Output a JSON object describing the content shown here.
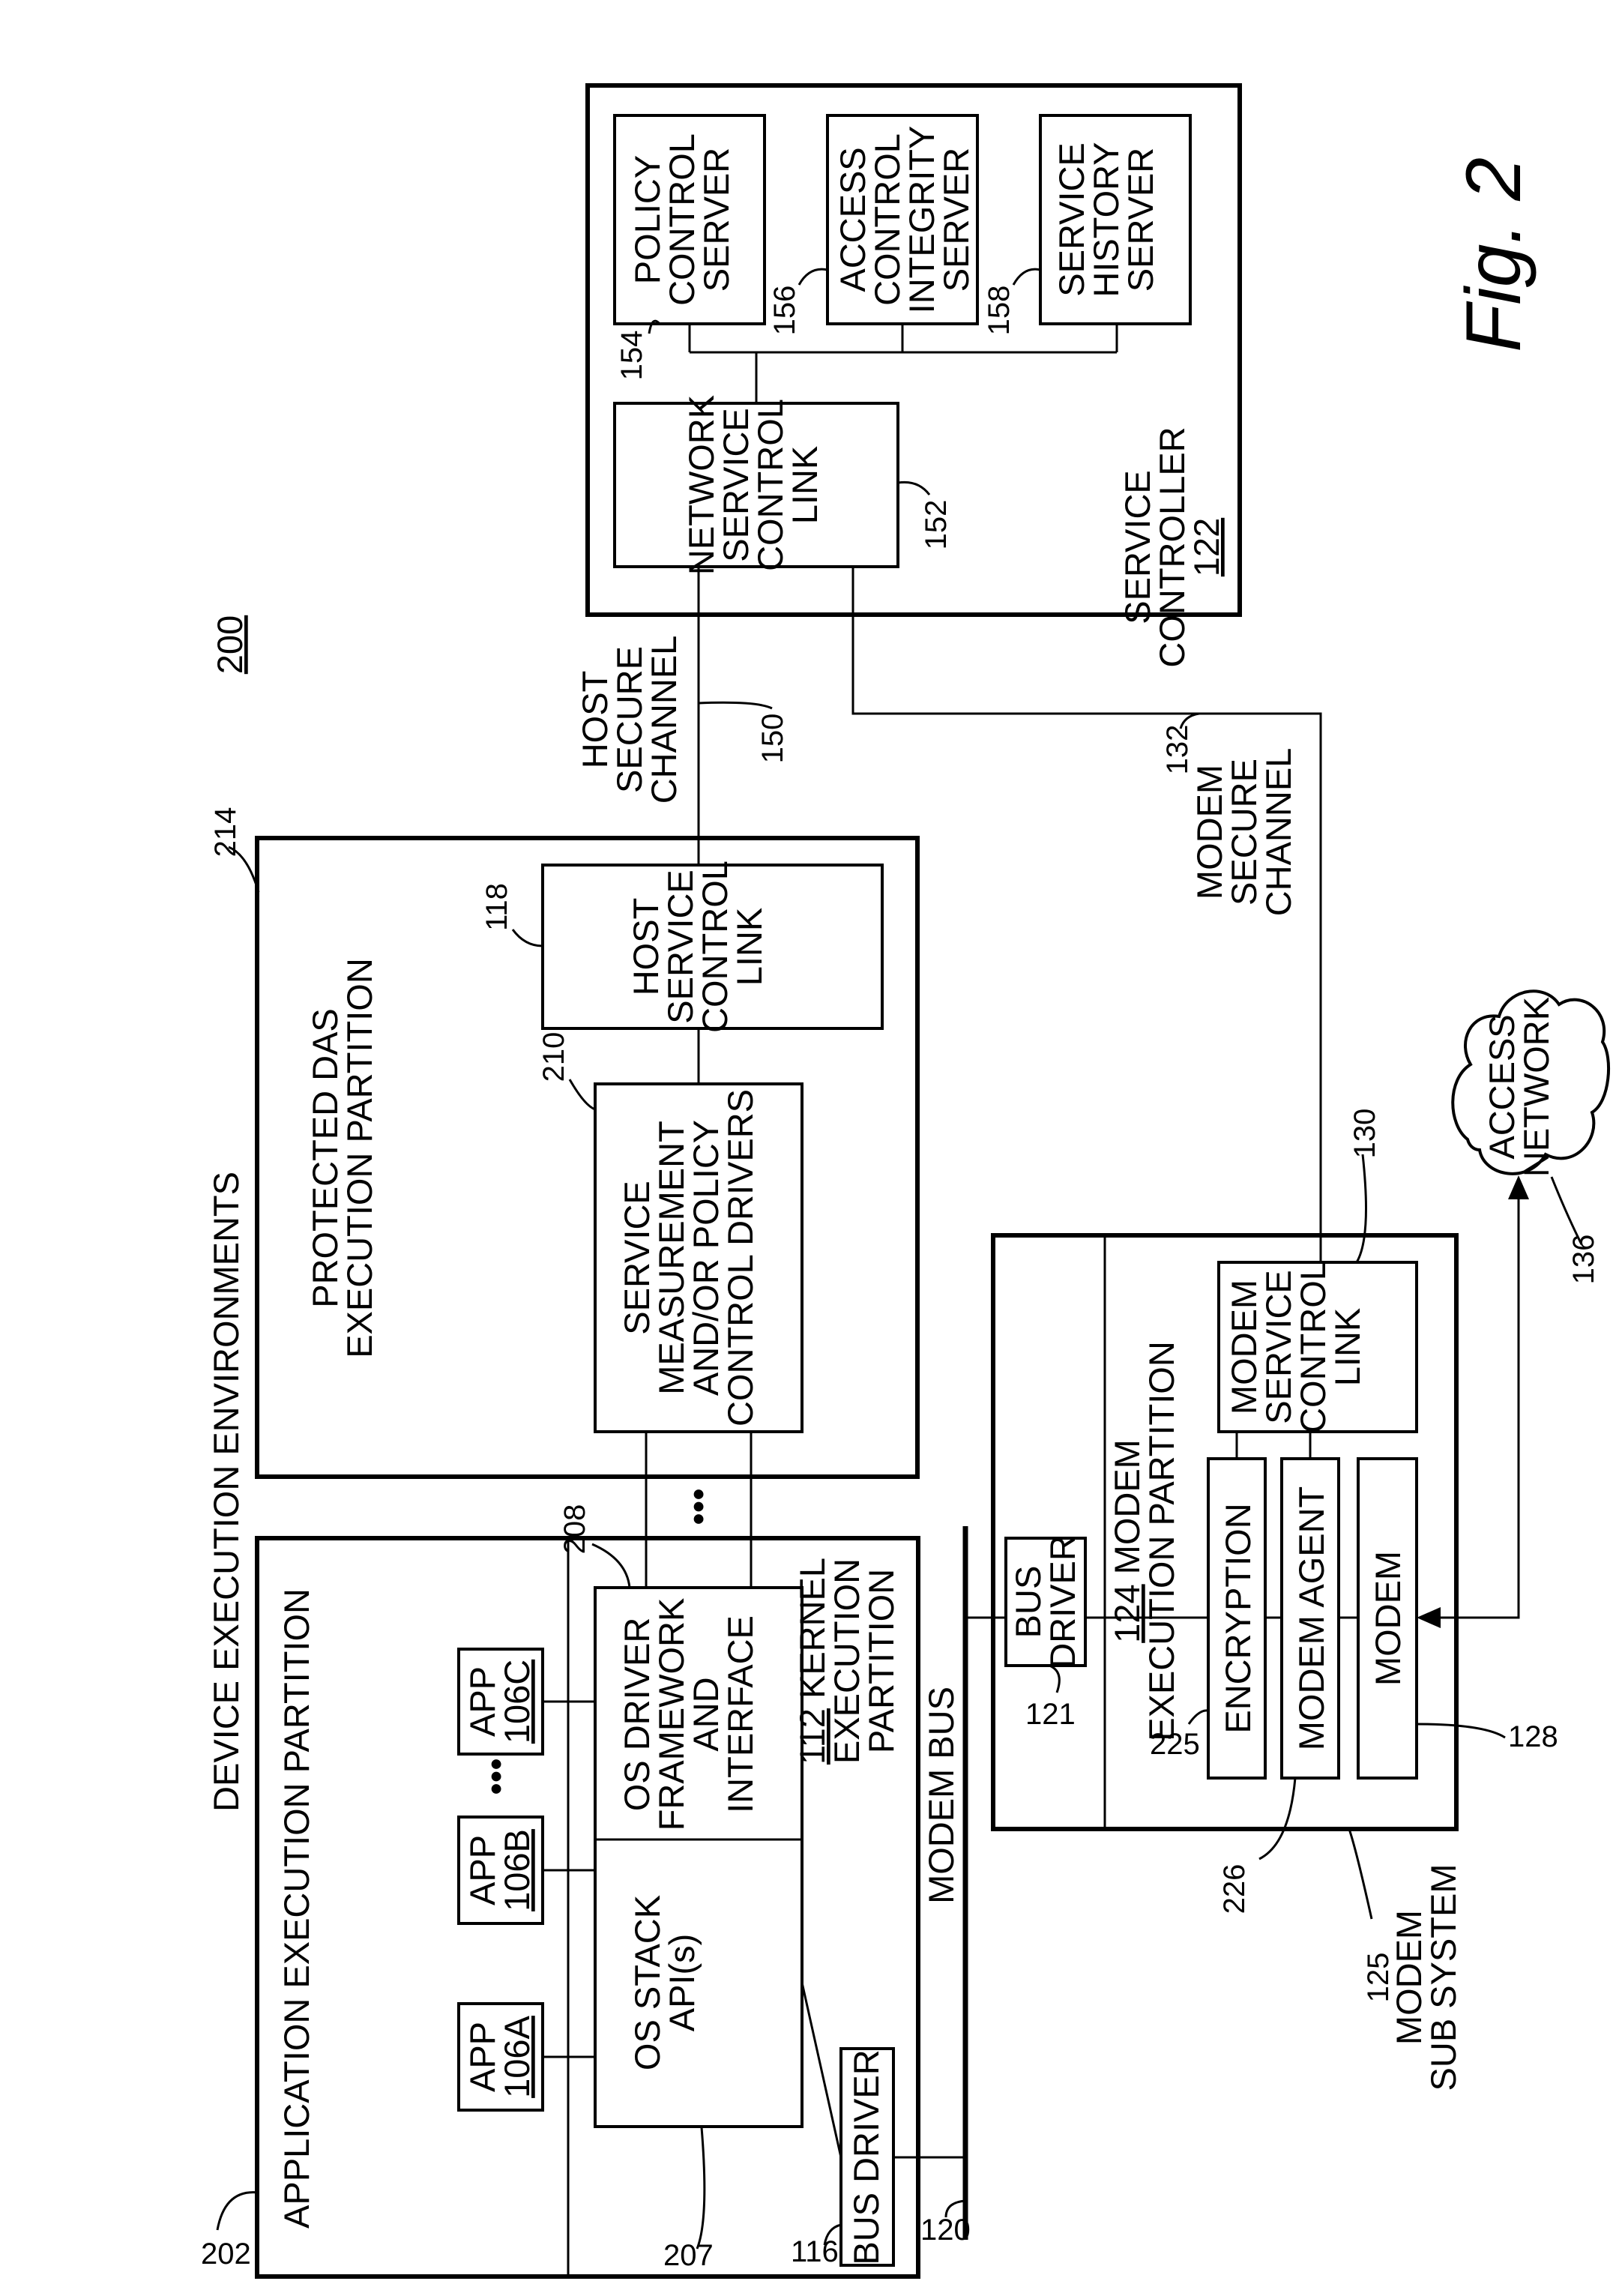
{
  "figure": {
    "number_label": "200",
    "caption": "Fig. 2",
    "title": "DEVICE EXECUTION ENVIRONMENTS"
  },
  "application_partition": {
    "ref": "202",
    "label": "APPLICATION EXECUTION PARTITION",
    "apps": [
      {
        "line1": "APP",
        "line2": "106A"
      },
      {
        "line1": "APP",
        "line2": "106B"
      },
      {
        "line1": "APP",
        "line2": "106C"
      }
    ],
    "ellipsis": "•••",
    "os_stack": {
      "ref": "207",
      "line1": "OS STACK",
      "line2": "API(s)"
    },
    "os_driver": {
      "ref": "208",
      "lines": [
        "OS DRIVER",
        "FRAMEWORK",
        "AND",
        "INTERFACE"
      ]
    },
    "bus_driver": {
      "ref": "116",
      "label": "BUS DRIVER"
    },
    "kernel": {
      "ref": "112",
      "word1": "KERNEL",
      "line2": "EXECUTION",
      "line3": "PARTITION"
    }
  },
  "modem_bus": {
    "ref": "120",
    "label": "MODEM BUS"
  },
  "das_partition": {
    "ref": "214",
    "line1": "PROTECTED DAS",
    "line2": "EXECUTION PARTITION",
    "drivers": {
      "ref": "210",
      "lines": [
        "SERVICE",
        "MEASUREMENT",
        "AND/OR POLICY",
        "CONTROL DRIVERS"
      ]
    },
    "host_link": {
      "ref": "118",
      "lines": [
        "HOST",
        "SERVICE",
        "CONTROL",
        "LINK"
      ]
    },
    "ellipsis": "•••"
  },
  "host_channel": {
    "ref": "150",
    "lines": [
      "HOST",
      "SECURE",
      "CHANNEL"
    ]
  },
  "modem_channel": {
    "ref": "132",
    "lines": [
      "MODEM",
      "SECURE",
      "CHANNEL"
    ]
  },
  "service_controller": {
    "line1": "SERVICE",
    "line2": "CONTROLLER",
    "ref": "122",
    "network_link": {
      "ref": "152",
      "lines": [
        "NETWORK",
        "SERVICE",
        "CONTROL",
        "LINK"
      ]
    },
    "policy_server": {
      "ref": "154",
      "lines": [
        "POLICY",
        "CONTROL",
        "SERVER"
      ]
    },
    "access_server": {
      "ref": "156",
      "lines": [
        "ACCESS",
        "CONTROL",
        "INTEGRITY",
        "SERVER"
      ]
    },
    "history_server": {
      "ref": "158",
      "lines": [
        "SERVICE",
        "HISTORY",
        "SERVER"
      ]
    }
  },
  "modem_subsystem": {
    "ref": "125",
    "lines": [
      "MODEM",
      "SUB SYSTEM"
    ],
    "bus_driver": {
      "ref": "121",
      "line1": "BUS",
      "line2": "DRIVER"
    },
    "partition": {
      "ref": "124",
      "word1": "MODEM",
      "line2": "EXECUTION PARTITION"
    },
    "encryption": {
      "ref": "225",
      "label": "ENCRYPTION"
    },
    "modem_agent": {
      "ref": "226",
      "label": "MODEM AGENT"
    },
    "modem": {
      "ref": "128",
      "label": "MODEM"
    },
    "control_link": {
      "ref": "130",
      "lines": [
        "MODEM",
        "SERVICE",
        "CONTROL",
        "LINK"
      ]
    }
  },
  "access_network": {
    "ref": "136",
    "line1": "ACCESS",
    "line2": "NETWORK"
  }
}
